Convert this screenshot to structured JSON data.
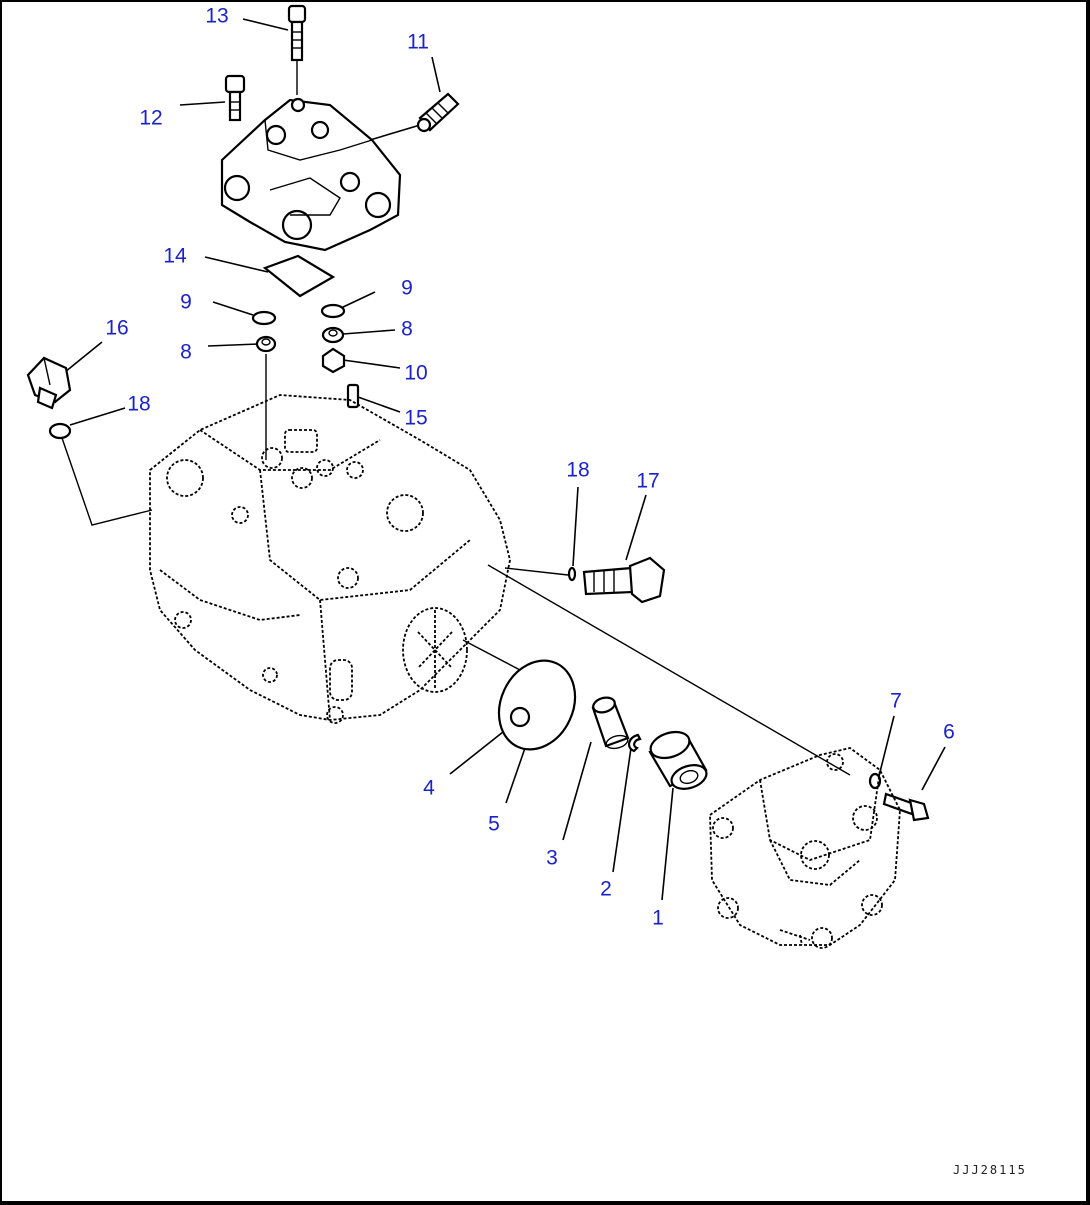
{
  "diagram": {
    "callouts": [
      {
        "id": "c13",
        "label": "13"
      },
      {
        "id": "c11",
        "label": "11"
      },
      {
        "id": "c12",
        "label": "12"
      },
      {
        "id": "c14",
        "label": "14"
      },
      {
        "id": "c9a",
        "label": "9"
      },
      {
        "id": "c9b",
        "label": "9"
      },
      {
        "id": "c16",
        "label": "16"
      },
      {
        "id": "c8a",
        "label": "8"
      },
      {
        "id": "c8b",
        "label": "8"
      },
      {
        "id": "c10",
        "label": "10"
      },
      {
        "id": "c18a",
        "label": "18"
      },
      {
        "id": "c15",
        "label": "15"
      },
      {
        "id": "c18b",
        "label": "18"
      },
      {
        "id": "c17",
        "label": "17"
      },
      {
        "id": "c7",
        "label": "7"
      },
      {
        "id": "c6",
        "label": "6"
      },
      {
        "id": "c4",
        "label": "4"
      },
      {
        "id": "c5",
        "label": "5"
      },
      {
        "id": "c3",
        "label": "3"
      },
      {
        "id": "c2",
        "label": "2"
      },
      {
        "id": "c1",
        "label": "1"
      }
    ],
    "drawing_id": "JJJ28115",
    "callout_color": "#1a22c8",
    "line_color": "#000000"
  }
}
